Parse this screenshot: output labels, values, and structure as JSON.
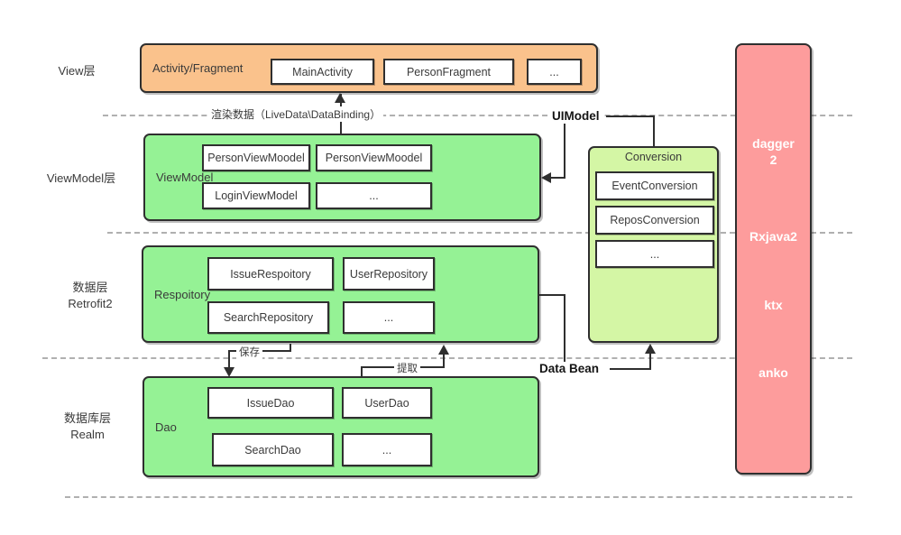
{
  "colors": {
    "view_fill": "#FAC28C",
    "layer_fill": "#95F295",
    "conversion_fill": "#D4F6A5",
    "libs_fill": "#FD9C9C",
    "border": "#2F2F2F",
    "divider": "#B0B0B0"
  },
  "layer_labels": {
    "view": "View层",
    "viewmodel": "ViewModel层",
    "data": "数据层\nRetrofit2",
    "database": "数据库层\nRealm"
  },
  "groups": {
    "view": {
      "title": "Activity/Fragment",
      "items": [
        "MainActivity",
        "PersonFragment",
        "..."
      ]
    },
    "viewmodel": {
      "title": "ViewModel",
      "items": [
        "PersonViewMoodel",
        "PersonViewMoodel",
        "LoginViewModel",
        "..."
      ]
    },
    "repository": {
      "title": "Respoitory",
      "items": [
        "IssueRespoitory",
        "UserRepository",
        "SearchRepository",
        "..."
      ]
    },
    "dao": {
      "title": "Dao",
      "items": [
        "IssueDao",
        "UserDao",
        "SearchDao",
        "..."
      ]
    },
    "conversion": {
      "title": "Conversion",
      "items": [
        "EventConversion",
        "ReposConversion",
        "..."
      ]
    }
  },
  "annotations": {
    "render_data": "渲染数据（LiveData\\DataBinding）",
    "uimodel": "UIModel",
    "data_bean": "Data Bean",
    "save": "保存",
    "extract": "提取"
  },
  "libraries": [
    "dagger\n2",
    "Rxjava2",
    "ktx",
    "anko"
  ],
  "edges": [
    {
      "from": "ViewModel",
      "to": "Activity/Fragment",
      "label": "渲染数据（LiveData\\DataBinding）"
    },
    {
      "from": "Conversion",
      "to": "UIModel",
      "label": ""
    },
    {
      "from": "UIModel",
      "to": "ViewModel",
      "label": ""
    },
    {
      "from": "Respoitory",
      "to": "Data Bean",
      "label": ""
    },
    {
      "from": "Data Bean",
      "to": "Conversion",
      "label": ""
    },
    {
      "from": "Respoitory",
      "to": "Dao",
      "label": "保存"
    },
    {
      "from": "Dao",
      "to": "Respoitory",
      "label": "提取"
    }
  ]
}
